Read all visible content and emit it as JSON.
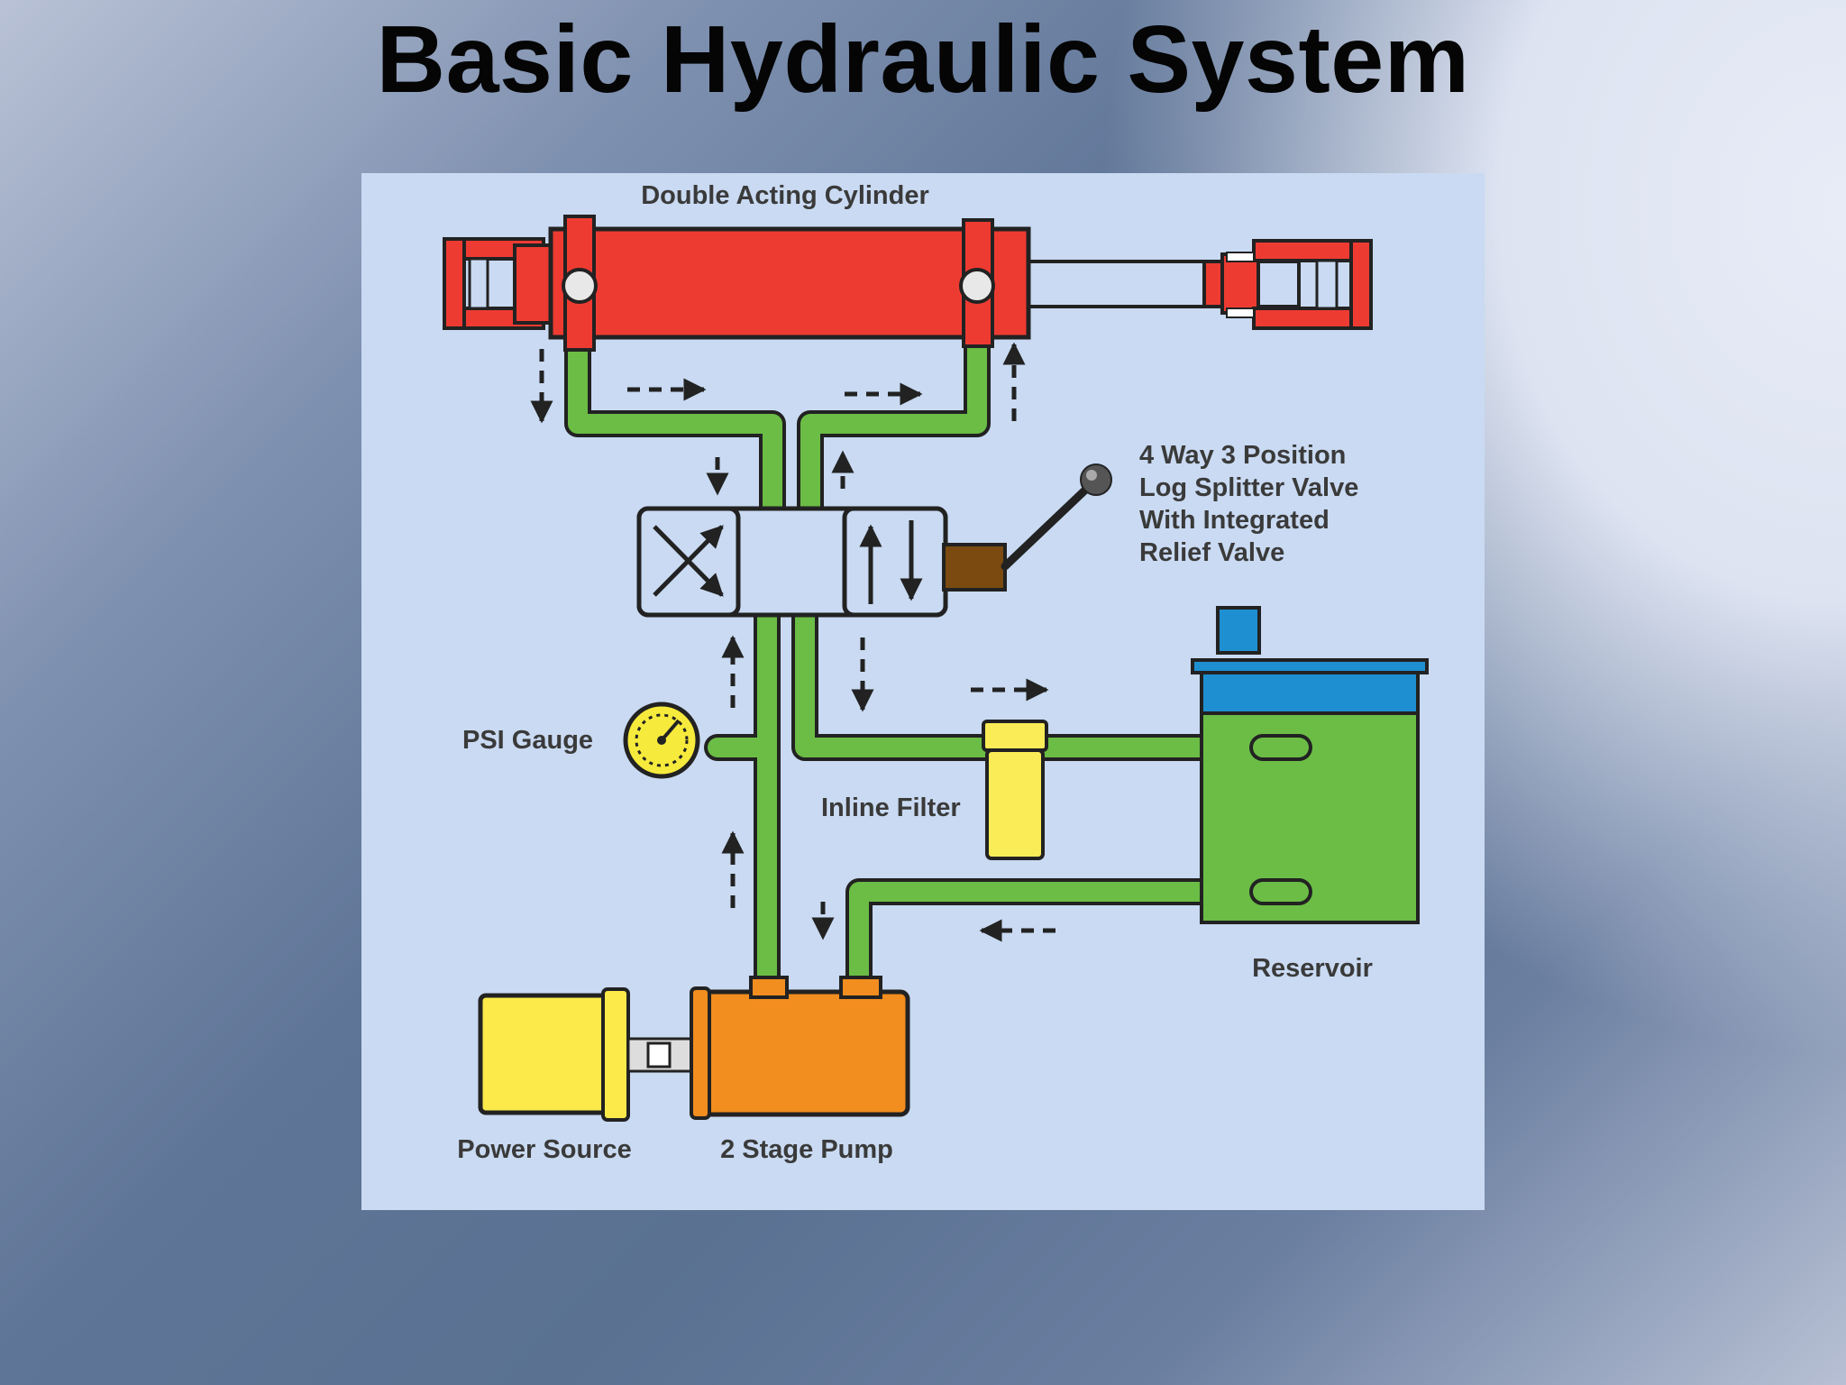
{
  "title": "Basic Hydraulic System",
  "diagram": {
    "labels": {
      "cylinder": "Double Acting Cylinder",
      "valve_line1": "4 Way 3 Position",
      "valve_line2": "Log Splitter Valve",
      "valve_line3": "With Integrated",
      "valve_line4": "Relief Valve",
      "gauge": "PSI Gauge",
      "filter": "Inline Filter",
      "reservoir": "Reservoir",
      "power": "Power Source",
      "pump": "2 Stage Pump"
    },
    "colors": {
      "panel": "#c9daf2",
      "cylinder": "#ee3b32",
      "hose": "#6bbd45",
      "valve": "#c9daf2",
      "handle_block": "#7a4a10",
      "gauge": "#f6ea3c",
      "filter": "#faec57",
      "reservoir_fluid": "#6bbd45",
      "reservoir_cap": "#1e8fd0",
      "power_source": "#fbea4a",
      "pump": "#f28d1f",
      "outline": "#222222"
    },
    "icons": [
      "flow-arrow-icon",
      "x-arrows-icon",
      "up-down-arrows-icon",
      "gauge-needle-icon"
    ]
  }
}
